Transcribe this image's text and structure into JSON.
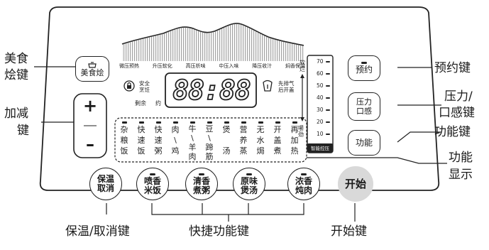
{
  "callouts": {
    "left_top_1": "美食",
    "left_top_2": "烩键",
    "left_mid_1": "加减",
    "left_mid_2": "键",
    "right_1": "预约键",
    "right_2a": "压力/",
    "right_2b": "口感键",
    "right_3": "功能键",
    "right_4a": "功能",
    "right_4b": "显示",
    "bottom_1": "保温/取消键",
    "bottom_2": "快捷功能键",
    "bottom_3": "开始键"
  },
  "panel": {
    "pressure_labels": [
      "微压预热",
      "升压软化",
      "高压析味",
      "中压入味",
      "降压收汁",
      "焖香保温"
    ],
    "meishi_button": "美食烩",
    "safe_cook_1": "安全",
    "safe_cook_2": "烹饪",
    "display_digits": "88:88",
    "remain": "剩余",
    "yue": "约",
    "exhaust_1": "先排气",
    "exhaust_2": "后开盖",
    "plus": "+",
    "minus": "–",
    "menu": [
      [
        "杂",
        "粮",
        "饭"
      ],
      [
        "快",
        "速",
        "饭"
      ],
      [
        "快",
        "速",
        "粥"
      ],
      [
        "肉",
        "\\",
        "鸡"
      ],
      [
        "牛",
        "\\",
        "羊",
        "肉"
      ],
      [
        "豆",
        "\\",
        "蹄",
        "筋"
      ],
      [
        "煲",
        "",
        "汤"
      ],
      [
        "营",
        "养",
        "蒸"
      ],
      [
        "无",
        "水",
        "焗"
      ],
      [
        "开",
        "盖",
        "煮"
      ],
      [
        "再",
        "加",
        "热"
      ]
    ],
    "scale_top": "软烂",
    "scale_bottom": "嚼劲",
    "scale_values": [
      "70",
      "60",
      "50",
      "40",
      "30",
      "20",
      "10"
    ],
    "smart_pressure": "智能控压",
    "right_buttons": {
      "yuyue": "预约",
      "pressure_1": "压力",
      "pressure_2": "口感",
      "function": "功能"
    },
    "bottom_buttons": {
      "keep_warm_1": "保温",
      "keep_warm_2": "取消",
      "rice_1": "喷香",
      "rice_2": "米饭",
      "porridge_1": "清香",
      "porridge_2": "煮粥",
      "soup_1": "原味",
      "soup_2": "煲汤",
      "meat_1": "浓香",
      "meat_2": "炖肉",
      "start": "开始"
    }
  }
}
